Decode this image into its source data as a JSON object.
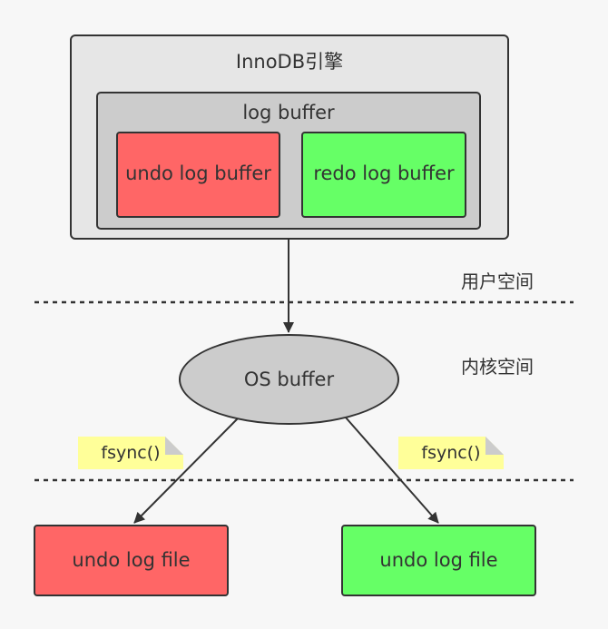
{
  "engine": {
    "label": "InnoDB引擎"
  },
  "log_buffer": {
    "label": "log buffer"
  },
  "undo_log_buffer": {
    "label": "undo log buffer",
    "color": "#ff6666"
  },
  "redo_log_buffer": {
    "label": "redo log buffer",
    "color": "#66ff66"
  },
  "os_buffer": {
    "label": "OS buffer"
  },
  "zones": {
    "user_space": "用户空间",
    "kernel_space": "内核空间"
  },
  "notes": {
    "left": "fsync()",
    "right": "fsync()"
  },
  "files": {
    "left": "undo log file",
    "right": "undo log file"
  },
  "colors": {
    "red": "#ff6666",
    "green": "#66ff66",
    "gray": "#cccccc",
    "note": "#ffff99"
  }
}
